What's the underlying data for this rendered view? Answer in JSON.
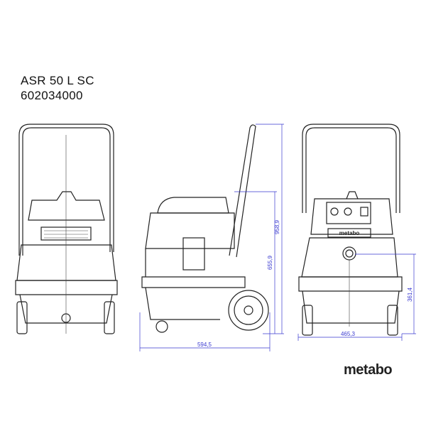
{
  "header": {
    "model": "ASR 50 L SC",
    "article_number": "602034000"
  },
  "dimensions": {
    "total_height": "958,9",
    "body_height": "655,9",
    "depth": "594,5",
    "width": "465,3",
    "hose_height": "361,4"
  },
  "panel_logo": "metabo",
  "brand_logo": "metabo",
  "colors": {
    "line": "#222222",
    "dimension": "#3a3ad0"
  }
}
